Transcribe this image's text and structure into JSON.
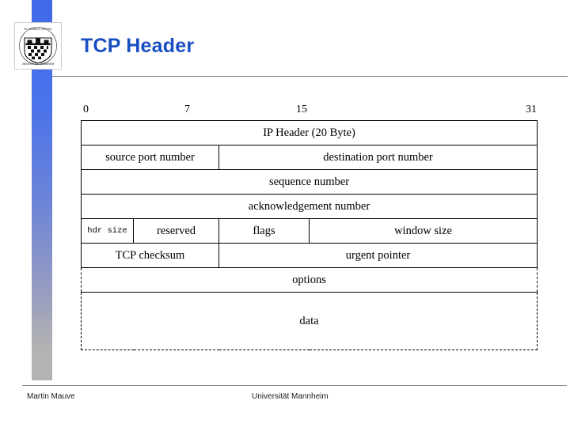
{
  "slide": {
    "title": "TCP Header",
    "title_color": "#1a4fc4",
    "logo_name": "university-of-mannheim-crest"
  },
  "diagram": {
    "bit_ruler": [
      "0",
      "7",
      "15",
      "31"
    ],
    "rows": [
      {
        "cells": [
          {
            "label": "IP Header (20 Byte)",
            "span": 4
          }
        ]
      },
      {
        "cells": [
          {
            "label": "source port number",
            "span": 2
          },
          {
            "label": "destination port number",
            "span": 2
          }
        ]
      },
      {
        "cells": [
          {
            "label": "sequence number",
            "span": 4
          }
        ]
      },
      {
        "cells": [
          {
            "label": "acknowledgement number",
            "span": 4
          }
        ]
      },
      {
        "cells": [
          {
            "label": "hdr size",
            "span": 1
          },
          {
            "label": "reserved",
            "span": 1
          },
          {
            "label": "flags",
            "span": 1
          },
          {
            "label": "window size",
            "span": 1
          }
        ]
      },
      {
        "cells": [
          {
            "label": "TCP checksum",
            "span": 2
          },
          {
            "label": "urgent pointer",
            "span": 2
          }
        ]
      },
      {
        "cells": [
          {
            "label": "options",
            "span": 4
          }
        ]
      },
      {
        "cells": [
          {
            "label": "data",
            "span": 4
          }
        ]
      }
    ]
  },
  "footer": {
    "author": "Martin Mauve",
    "organization": "Universität Mannheim"
  }
}
